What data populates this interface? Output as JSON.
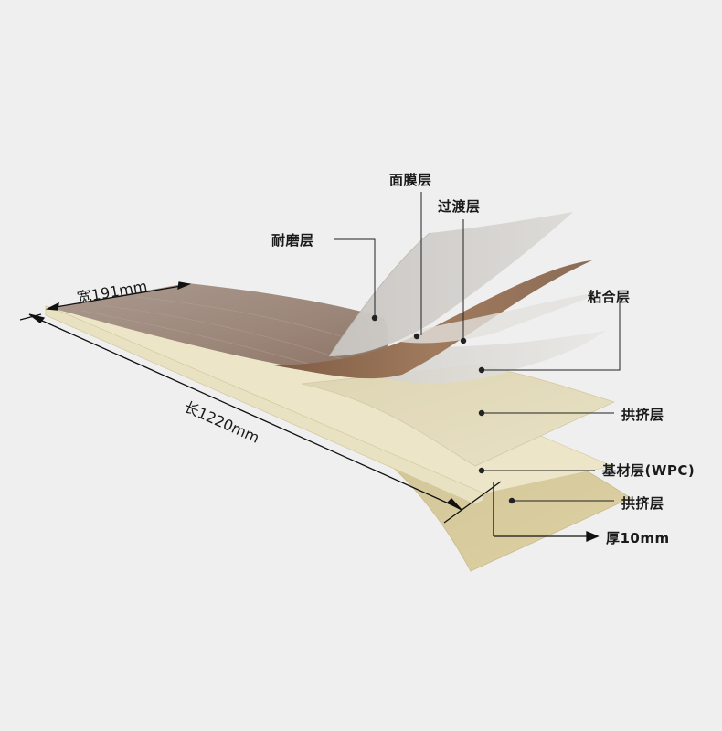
{
  "background_color": "#efefef",
  "labels": {
    "wear_layer": "耐磨层",
    "film_layer": "面膜层",
    "transition_layer": "过渡层",
    "adhesive_layer": "粘合层",
    "co_extrusion_top": "拱挤层",
    "base_layer": "基材层(WPC)",
    "co_extrusion_bottom": "拱挤层"
  },
  "dimensions": {
    "width": "宽191mm",
    "length": "长1220mm",
    "thickness": "厚10mm"
  },
  "colors": {
    "wood": "#a08c80",
    "wood_dark": "#8a6a52",
    "core": "#e9e2c2",
    "core_edge": "#d9d0a8",
    "base_sheet": "#d8cc9c",
    "leader_line": "#222222"
  }
}
